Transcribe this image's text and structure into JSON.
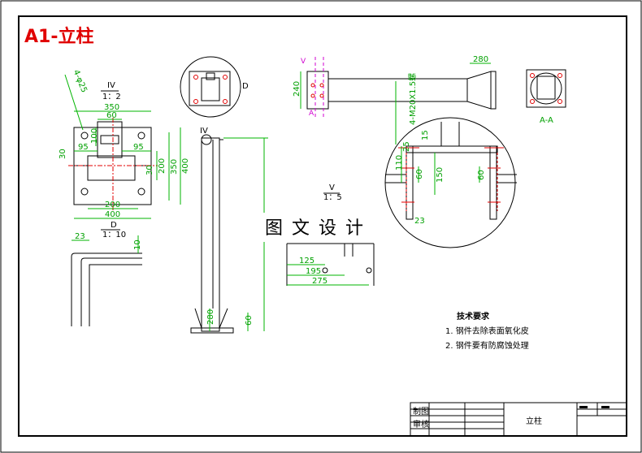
{
  "sheet_title": "A1-立柱",
  "watermark": "图 文 设 计",
  "views": {
    "detail_iv_label": "IV",
    "detail_iv_scale": "1：2",
    "detail_v_label": "V",
    "detail_v_scale": "1：5",
    "view_d_label": "D",
    "view_d_scale": "1：10",
    "d_marker": "D",
    "iv_marker": "IV",
    "aa_label": "A-A",
    "a_marker": "A",
    "v_marker": "V"
  },
  "dimensions": {
    "d350": "350",
    "d60": "60",
    "d100": "100",
    "d95a": "95",
    "d95b": "95",
    "d30a": "30",
    "d30b": "30",
    "d200a": "200",
    "d350v": "350",
    "d400v": "400",
    "d200h": "200",
    "d400h": "400",
    "holes": "4-φ25",
    "d240": "240",
    "d280": "280",
    "bolts": "4-M20X1.5螺",
    "d25": "25",
    "d110": "110",
    "d60a": "60",
    "d150": "150",
    "d60b": "60",
    "d23a": "23",
    "d15": "15",
    "d23b": "23",
    "d10": "10",
    "d125": "125",
    "d195": "195",
    "d275": "275",
    "d280b": "280",
    "d60c": "60"
  },
  "tech": {
    "heading": "技术要求",
    "item1": "1. 钢件去除表面氧化皮",
    "item2": "2. 钢件要有防腐蚀处理"
  },
  "title_block": {
    "name": "立柱",
    "designer": "制图",
    "checker": "审核"
  },
  "colors": {
    "dimension": "#00b400",
    "outline": "#000000",
    "hole": "#e00000",
    "section": "#d000d0",
    "title": "#e00000"
  }
}
